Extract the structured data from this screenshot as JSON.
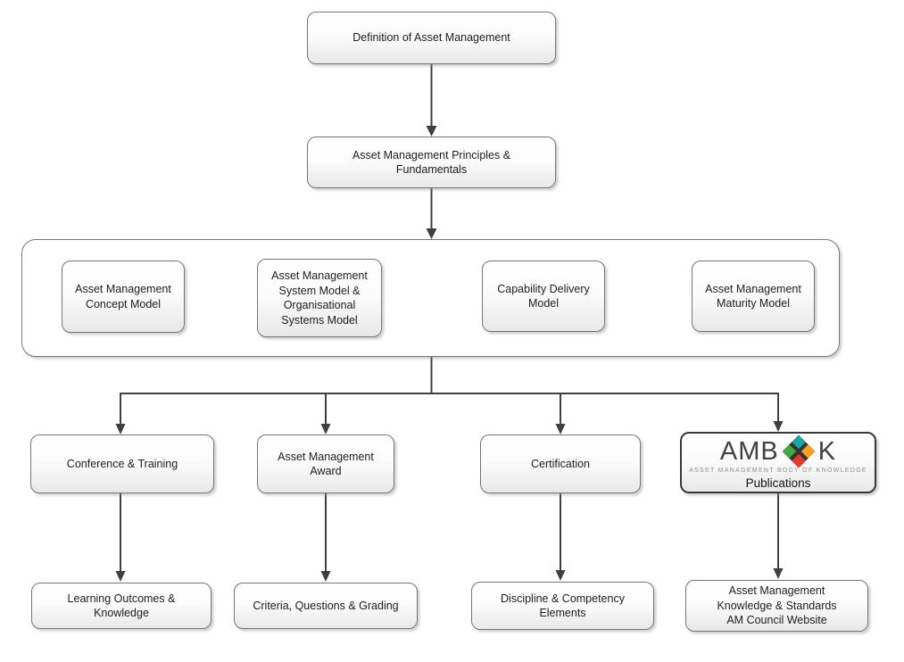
{
  "diagram": {
    "colors": {
      "connector": "#3f3f3f",
      "node_border": "#757575",
      "group_border": "#7a7a7a",
      "ambok_border": "#383838"
    },
    "nodes": {
      "definition": {
        "lines": [
          "Definition of Asset Management"
        ]
      },
      "principles": {
        "lines": [
          "Asset Management Principles &",
          "Fundamentals"
        ]
      },
      "concept_model": {
        "lines": [
          "Asset Management",
          "Concept Model"
        ]
      },
      "system_model": {
        "lines": [
          "Asset Management",
          "System Model &",
          "Organisational",
          "Systems Model"
        ]
      },
      "capability_delivery": {
        "lines": [
          "Capability Delivery",
          "Model"
        ]
      },
      "maturity_model": {
        "lines": [
          "Asset Management",
          "Maturity Model"
        ]
      },
      "conference_training": {
        "lines": [
          "Conference & Training"
        ]
      },
      "am_award": {
        "lines": [
          "Asset Management",
          "Award"
        ]
      },
      "certification": {
        "lines": [
          "Certification"
        ]
      },
      "ambok_publications": {
        "logo_text_left": "AMB",
        "logo_text_right": "K",
        "logo_tagline": "ASSET MANAGEMENT BODY OF KNOWLEDGE",
        "label": "Publications",
        "logo_colors": {
          "top": "#1ba6a0",
          "left": "#46a63f",
          "right": "#f5a023",
          "bottom": "#e53a30",
          "cross": "#333333",
          "letters": "#414042",
          "tagline": "#8f9093"
        }
      },
      "learning_outcomes": {
        "lines": [
          "Learning Outcomes &",
          "Knowledge"
        ]
      },
      "criteria_grading": {
        "lines": [
          "Criteria, Questions & Grading"
        ]
      },
      "discipline_elements": {
        "lines": [
          "Discipline & Competency",
          "Elements"
        ]
      },
      "knowledge_standards": {
        "lines": [
          "Asset Management",
          "Knowledge & Standards",
          "AM Council Website"
        ]
      }
    }
  }
}
